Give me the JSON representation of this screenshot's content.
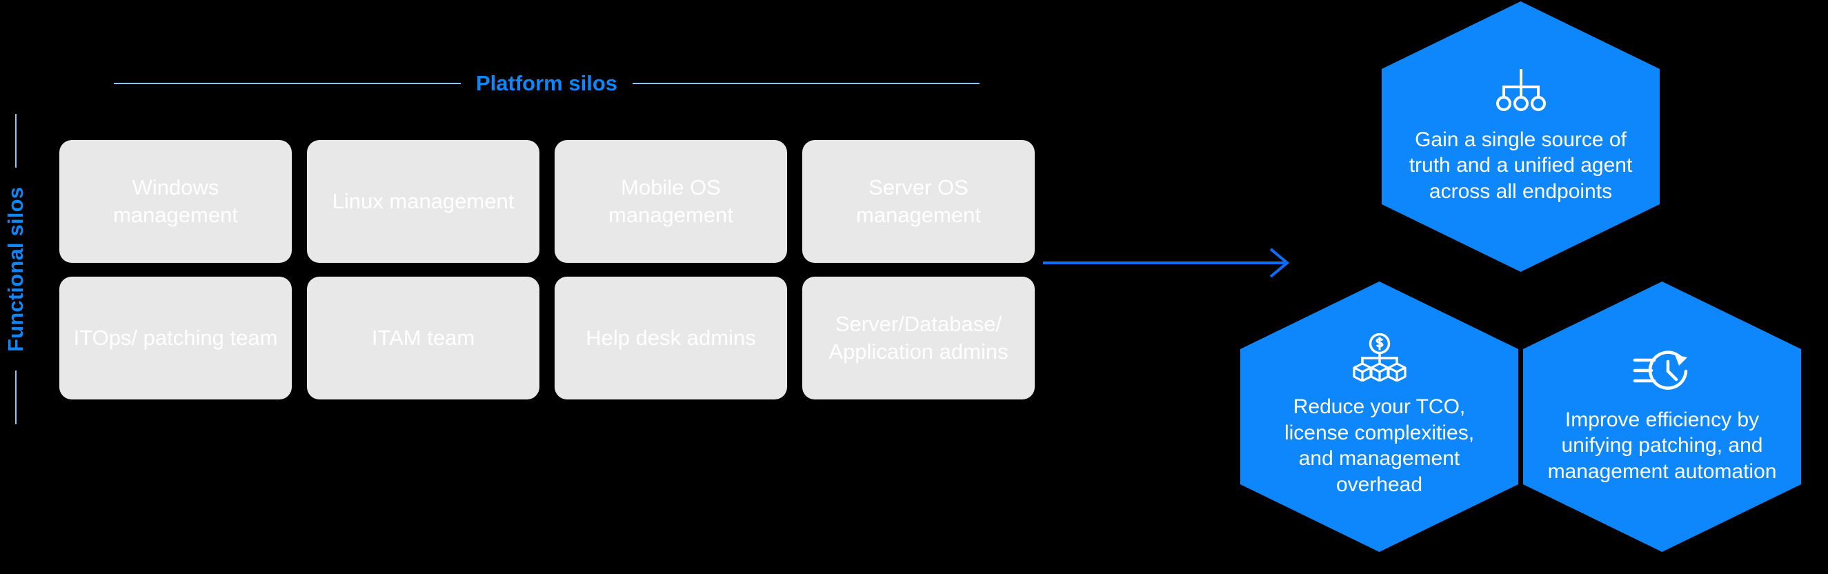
{
  "axes": {
    "vertical_label": "Functional silos",
    "horizontal_label": "Platform silos",
    "accent_color": "#0d87fb",
    "line_color": "#8fc4f5"
  },
  "silos": {
    "box_bg": "#e8e8e8",
    "box_text_color": "#ffffff",
    "platform_row": [
      {
        "label": "Windows management"
      },
      {
        "label": "Linux management"
      },
      {
        "label": "Mobile OS management"
      },
      {
        "label": "Server OS management"
      }
    ],
    "functional_row": [
      {
        "label": "ITOps/ patching team"
      },
      {
        "label": "ITAM team"
      },
      {
        "label": "Help desk admins"
      },
      {
        "label": "Server/Database/ Application admins"
      }
    ]
  },
  "connector": {
    "icon": "right-arrow-icon",
    "color": "#0d6efd"
  },
  "benefits": {
    "hex_color": "#0d87fb",
    "items": [
      {
        "icon": "hierarchy-icon",
        "text": "Gain a single source of truth and a unified agent across all endpoints"
      },
      {
        "icon": "cost-distribution-icon",
        "text": "Reduce your TCO, license complexities, and management overhead"
      },
      {
        "icon": "fast-clock-icon",
        "text": "Improve efficiency by unifying patching, and management automation"
      }
    ]
  }
}
